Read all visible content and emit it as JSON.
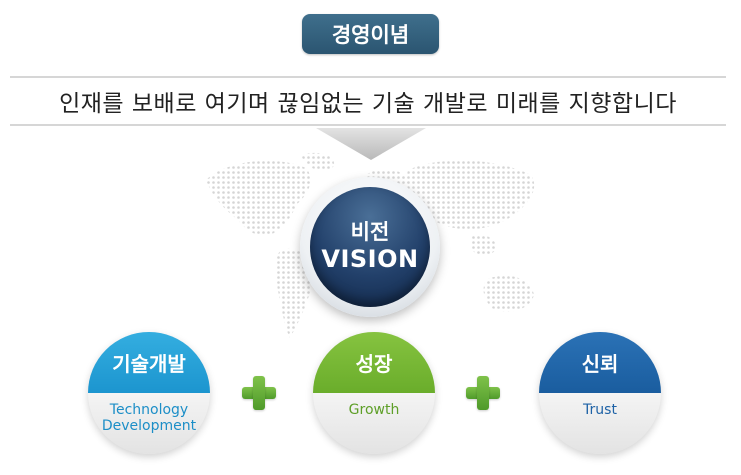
{
  "title": "경영이념",
  "motto": "인재를 보배로 여기며 끊임없는 기술 개발로 미래를 지향합니다",
  "vision": {
    "korean": "비전",
    "english": "VISION"
  },
  "values": [
    {
      "korean": "기술개발",
      "english_line1": "Technology",
      "english_line2": "Development"
    },
    {
      "korean": "성장",
      "english_line1": "Growth",
      "english_line2": ""
    },
    {
      "korean": "신뢰",
      "english_line1": "Trust",
      "english_line2": ""
    }
  ],
  "colors": {
    "title_bg": "#2f5c78",
    "vision_core": "#22406a",
    "value1": "#1c95cf",
    "value2": "#6aad2b",
    "value3": "#1a5d9f",
    "plus": "#5ea832"
  }
}
